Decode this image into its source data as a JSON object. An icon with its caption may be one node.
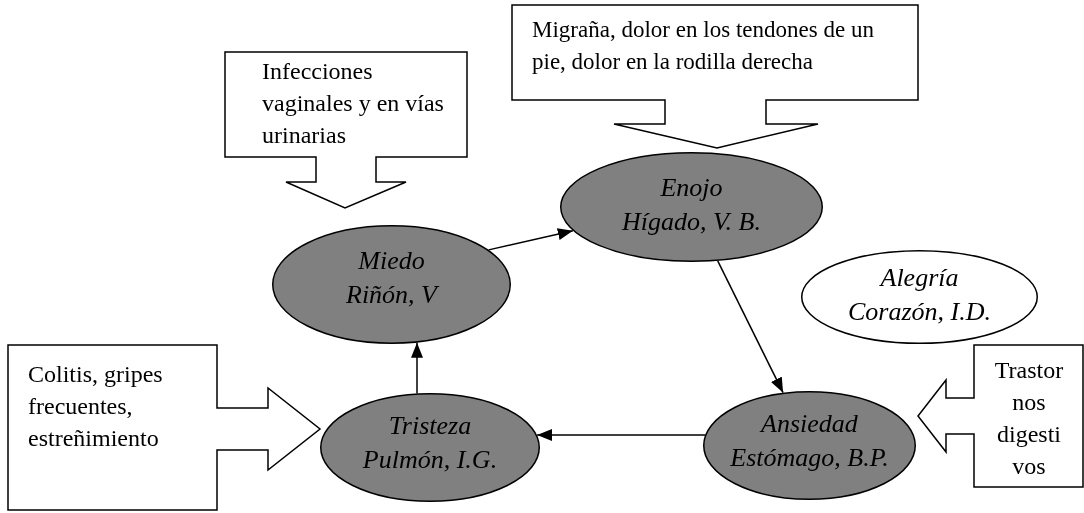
{
  "diagram": {
    "nodes": [
      {
        "text": [
          "Migraña, dolor en los tendones de un pie, dolor en la rodilla derecha"
        ]
      },
      {
        "text": [
          "Infecciones vaginales y en vías urinarias"
        ]
      },
      {
        "text": [
          "Enojo",
          "Hígado, V. B."
        ]
      },
      {
        "text": [
          "Miedo",
          "Riñón, V"
        ]
      },
      {
        "text": [
          "Alegría",
          "Corazón, I.D."
        ]
      },
      {
        "text": [
          "Colitis, gripes frecuentes, estreñimiento"
        ]
      },
      {
        "text": [
          "Tristeza",
          "Pulmón, I.G."
        ]
      },
      {
        "text": [
          "Ansiedad",
          "Estómago, B.P."
        ]
      },
      {
        "text": [
          "Trastor nos digesti vos"
        ]
      }
    ],
    "edges": [
      {
        "from": 3,
        "to": 2,
        "arrow": "to"
      },
      {
        "from": 2,
        "to": 7,
        "arrow": "to"
      },
      {
        "from": 7,
        "to": 6,
        "arrow": "to"
      },
      {
        "from": 6,
        "to": 3,
        "arrow": "to"
      }
    ]
  }
}
